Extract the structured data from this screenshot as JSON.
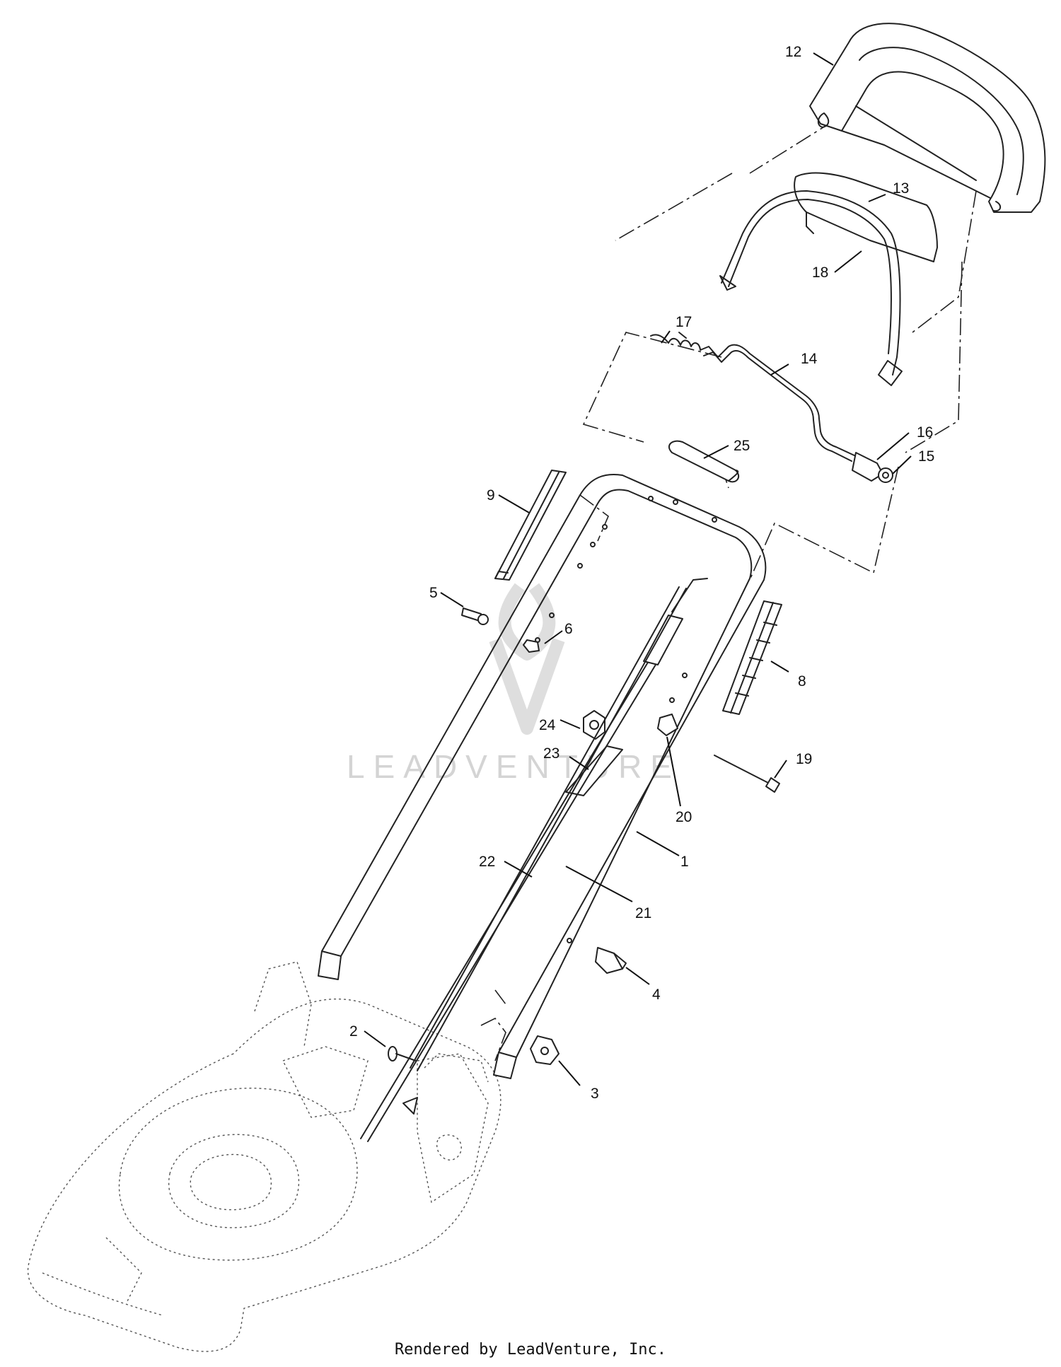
{
  "callouts": [
    {
      "id": "12",
      "label": "12"
    },
    {
      "id": "13",
      "label": "13"
    },
    {
      "id": "18",
      "label": "18"
    },
    {
      "id": "17",
      "label": "17"
    },
    {
      "id": "14",
      "label": "14"
    },
    {
      "id": "16",
      "label": "16"
    },
    {
      "id": "15",
      "label": "15"
    },
    {
      "id": "25",
      "label": "25"
    },
    {
      "id": "9",
      "label": "9"
    },
    {
      "id": "5",
      "label": "5"
    },
    {
      "id": "6",
      "label": "6"
    },
    {
      "id": "8",
      "label": "8"
    },
    {
      "id": "24",
      "label": "24"
    },
    {
      "id": "19",
      "label": "19"
    },
    {
      "id": "23",
      "label": "23"
    },
    {
      "id": "20",
      "label": "20"
    },
    {
      "id": "1",
      "label": "1"
    },
    {
      "id": "22",
      "label": "22"
    },
    {
      "id": "21",
      "label": "21"
    },
    {
      "id": "4",
      "label": "4"
    },
    {
      "id": "2",
      "label": "2"
    },
    {
      "id": "3",
      "label": "3"
    }
  ],
  "watermark": {
    "text": "LEADVENTURE"
  },
  "footer": {
    "text": "Rendered by LeadVenture, Inc."
  }
}
